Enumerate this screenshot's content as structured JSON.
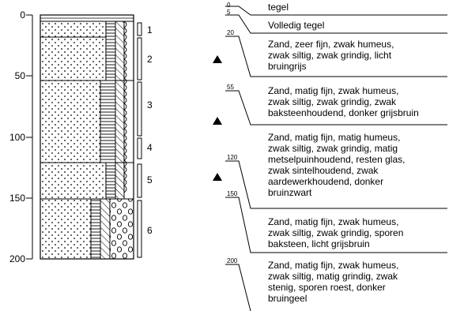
{
  "depth_axis": {
    "ticks": [
      "0",
      "50",
      "100",
      "150",
      "200"
    ]
  },
  "samples": [
    "1",
    "2",
    "3",
    "4",
    "5",
    "6"
  ],
  "layers": [
    {
      "depth": "0",
      "lines": [
        "tegel"
      ]
    },
    {
      "depth": "5",
      "lines": [
        "Volledig tegel"
      ]
    },
    {
      "depth": "20",
      "lines": [
        "Zand, zeer fijn, zwak humeus,",
        "zwak siltig, zwak grindig, licht",
        "bruingrijs"
      ]
    },
    {
      "depth": "55",
      "lines": [
        "Zand, matig fijn, zwak humeus,",
        "zwak siltig, zwak grindig, zwak",
        "baksteenhoudend, donker grijsbruin"
      ]
    },
    {
      "depth": "120",
      "lines": [
        "Zand, matig fijn, matig humeus,",
        "zwak siltig, zwak grindig, matig",
        "metselpuinhoudend, resten glas,",
        "zwak sintelhoudend, zwak",
        "aardewerkhoudend, donker",
        "bruinzwart"
      ]
    },
    {
      "depth": "150",
      "lines": [
        "Zand, matig fijn, zwak humeus,",
        "zwak siltig, zwak grindig, sporen",
        "baksteen, licht grijsbruin"
      ]
    },
    {
      "depth": "200",
      "lines": [
        "Zand, matig fijn, zwak humeus,",
        "zwak siltig, matig grindig, zwak",
        "stenig, sporen roest, donker",
        "bruingeel"
      ]
    }
  ]
}
